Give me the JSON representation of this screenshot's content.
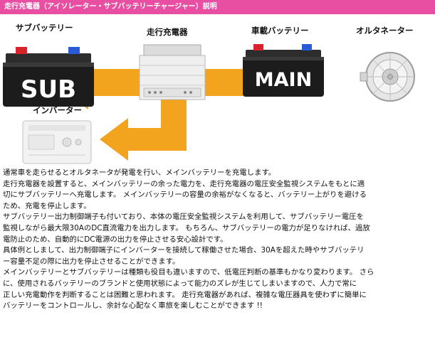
{
  "header": {
    "title": "走行充電器（アイソレーター・サブバッテリーチャージャー）説明"
  },
  "diagram": {
    "labels": {
      "sub_battery": "サブバッテリー",
      "charger": "走行充電器",
      "main_battery": "車載バッテリー",
      "alternator": "オルタネーター",
      "inverter": "インバーター"
    },
    "battery_text": {
      "sub": "SUB",
      "main": "MAIN"
    },
    "colors": {
      "arrow": "#f3a41e",
      "battery_body": "#1c1c1c",
      "terminal_red": "#d8232a",
      "terminal_blue": "#2a5bd7",
      "header": "#e84fa3"
    }
  },
  "description": {
    "lines": [
      "通常車を走らせるとオルタネータが発電を行い、メインバッテリーを充電します。",
      "走行充電器を設置すると、メインバッテリーの余った電力を、走行充電器の電圧安全監視システムをもとに適",
      "切にサブバッテリーへ充電します。 メインバッテリーの容量の余裕がなくなると、バッテリー上がりを避ける",
      "ため、充電を停止します。",
      "サブバッテリー出力制御端子も付いており、本体の電圧安全監視システムを利用して、サブバッテリー電圧を",
      "監視しながら最大限30AのDC直流電力を出力します。 もちろん、サブバッテリーの電力が足りなければ、過放",
      "電防止のため、自動的にDC電源の出力を停止させる安心設計です。",
      "具体例としまして、出力制御端子にインバーターを接続して稼働させた場合、30Aを超えた時やサブバッテリ",
      "ー容量不足の際に出力を停止させることができます。",
      "メインバッテリーとサブバッテリーは種類も役目も違いますので、低電圧判断の基準もかなり変わります。 さら",
      "に、使用されるバッテリーのブランドと使用状態によって能力のズレが生じてしまいますので、人力で常に",
      "正しい充電動作を判断することは困難と思われます。 走行充電器があれば、複雑な電圧器具を使わずに簡単に",
      "バッテリーをコントロールし、余計な心配なく車旅を楽しむことができます !!"
    ]
  }
}
